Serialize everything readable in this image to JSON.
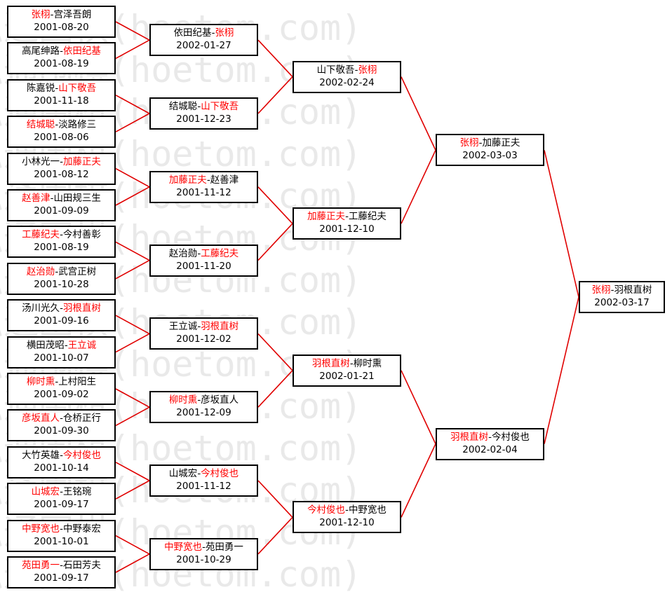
{
  "watermark_text": "弘通围棋(hoetom.com)",
  "colors": {
    "winner": "#ff0000",
    "line": "#e00000",
    "border": "#000000"
  },
  "rounds": [
    [
      {
        "p1": "张栩",
        "sep": "-",
        "p2": "宫泽吾朗",
        "winner": 1,
        "date": "2001-08-20"
      },
      {
        "p1": "高尾绅路",
        "sep": "-",
        "p2": "依田纪基",
        "winner": 2,
        "date": "2001-08-19"
      },
      {
        "p1": "陈嘉锐",
        "sep": "-",
        "p2": "山下敬吾",
        "winner": 2,
        "date": "2001-11-18"
      },
      {
        "p1": "结城聪",
        "sep": "-",
        "p2": "淡路修三",
        "winner": 1,
        "date": "2001-08-06"
      },
      {
        "p1": "小林光一",
        "sep": "-",
        "p2": "加藤正夫",
        "winner": 2,
        "date": "2001-08-12"
      },
      {
        "p1": "赵善津",
        "sep": "-",
        "p2": "山田规三生",
        "winner": 1,
        "date": "2001-09-09"
      },
      {
        "p1": "工藤纪夫",
        "sep": "-",
        "p2": "今村善彰",
        "winner": 1,
        "date": "2001-08-19"
      },
      {
        "p1": "赵治勋",
        "sep": "-",
        "p2": "武宫正树",
        "winner": 1,
        "date": "2001-10-28"
      },
      {
        "p1": "汤川光久",
        "sep": "-",
        "p2": "羽根直树",
        "winner": 2,
        "date": "2001-09-16"
      },
      {
        "p1": "横田茂昭",
        "sep": "-",
        "p2": "王立诚",
        "winner": 2,
        "date": "2001-10-07"
      },
      {
        "p1": "柳时熏",
        "sep": "-",
        "p2": "上村阳生",
        "winner": 1,
        "date": "2001-09-02"
      },
      {
        "p1": "彦坂直人",
        "sep": "-",
        "p2": "仓桥正行",
        "winner": 1,
        "date": "2001-09-30"
      },
      {
        "p1": "大竹英雄",
        "sep": "-",
        "p2": "今村俊也",
        "winner": 2,
        "date": "2001-10-14"
      },
      {
        "p1": "山城宏",
        "sep": "-",
        "p2": "王铭琬",
        "winner": 1,
        "date": "2001-09-17"
      },
      {
        "p1": "中野宽也",
        "sep": "-",
        "p2": "中野泰宏",
        "winner": 1,
        "date": "2001-10-01"
      },
      {
        "p1": "苑田勇一",
        "sep": "-",
        "p2": "石田芳夫",
        "winner": 1,
        "date": "2001-09-17"
      }
    ],
    [
      {
        "p1": "依田纪基",
        "sep": "-",
        "p2": "张栩",
        "winner": 2,
        "date": "2002-01-27"
      },
      {
        "p1": "结城聪",
        "sep": "-",
        "p2": "山下敬吾",
        "winner": 2,
        "date": "2001-12-23"
      },
      {
        "p1": "加藤正夫",
        "sep": "-",
        "p2": "赵善津",
        "winner": 1,
        "date": "2001-11-12"
      },
      {
        "p1": "赵治勋",
        "sep": "-",
        "p2": "工藤纪夫",
        "winner": 2,
        "date": "2001-11-20"
      },
      {
        "p1": "王立诚",
        "sep": "-",
        "p2": "羽根直树",
        "winner": 2,
        "date": "2001-12-02"
      },
      {
        "p1": "柳时熏",
        "sep": "-",
        "p2": "彦坂直人",
        "winner": 1,
        "date": "2001-12-09"
      },
      {
        "p1": "山城宏",
        "sep": "-",
        "p2": "今村俊也",
        "winner": 2,
        "date": "2001-11-12"
      },
      {
        "p1": "中野宽也",
        "sep": "-",
        "p2": "苑田勇一",
        "winner": 1,
        "date": "2001-10-29"
      }
    ],
    [
      {
        "p1": "山下敬吾",
        "sep": "-",
        "p2": "张栩",
        "winner": 2,
        "date": "2002-02-24"
      },
      {
        "p1": "加藤正夫",
        "sep": "-",
        "p2": "工藤纪夫",
        "winner": 1,
        "date": "2001-12-10"
      },
      {
        "p1": "羽根直树",
        "sep": "-",
        "p2": "柳时熏",
        "winner": 1,
        "date": "2002-01-21"
      },
      {
        "p1": "今村俊也",
        "sep": "-",
        "p2": "中野宽也",
        "winner": 1,
        "date": "2001-12-10"
      }
    ],
    [
      {
        "p1": "张栩",
        "sep": "-",
        "p2": "加藤正夫",
        "winner": 1,
        "date": "2002-03-03"
      },
      {
        "p1": "羽根直树",
        "sep": "-",
        "p2": "今村俊也",
        "winner": 1,
        "date": "2002-02-04"
      }
    ],
    [
      {
        "p1": "张栩",
        "sep": "-",
        "p2": "羽根直树",
        "winner": 1,
        "date": "2002-03-17"
      }
    ]
  ]
}
